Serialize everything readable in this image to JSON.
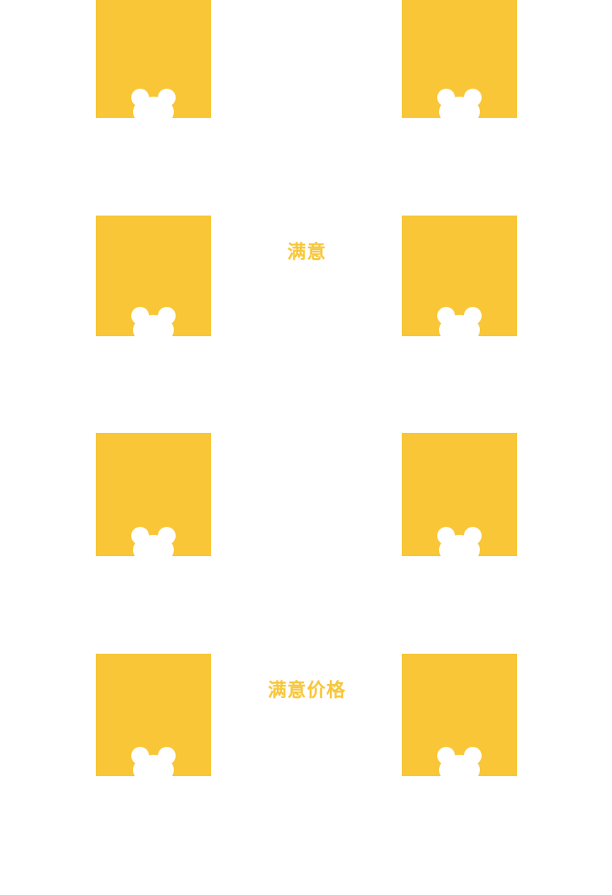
{
  "colors": {
    "background": "#FFFFFF",
    "tile": "#F8C637",
    "caption": "#F8C637",
    "cutout": "#FFFFFF"
  },
  "captions": [
    {
      "text": "满意"
    },
    {
      "text": "满意价格"
    }
  ],
  "tiles": {
    "count": 8,
    "icon": "mascot-cutout-icon"
  }
}
